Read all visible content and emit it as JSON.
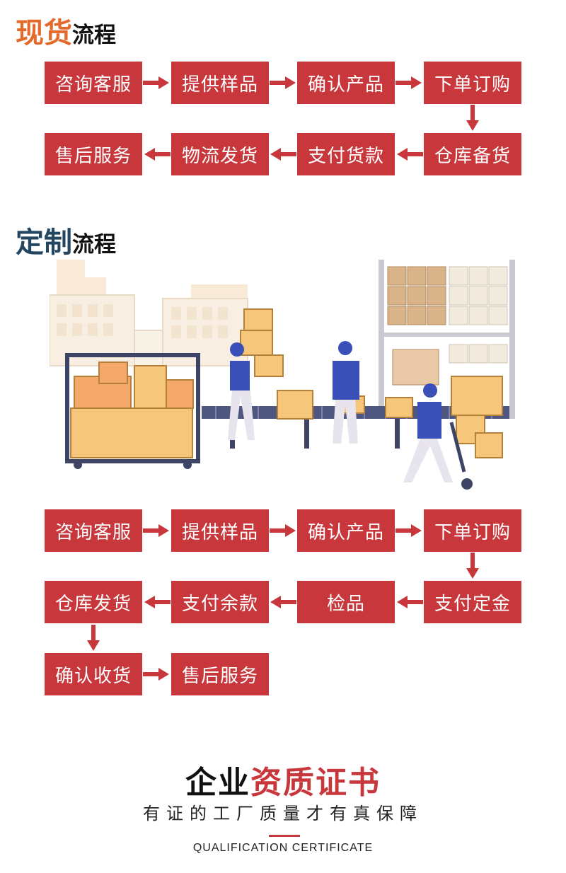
{
  "colors": {
    "accent_orange": "#e46a2c",
    "accent_navy": "#244660",
    "box_red": "#c8373b"
  },
  "spot_section": {
    "heading_accent": "现货",
    "heading_rest": "流程",
    "steps": [
      "咨询客服",
      "提供样品",
      "确认产品",
      "下单订购",
      "仓库备货",
      "支付货款",
      "物流发货",
      "售后服务"
    ]
  },
  "custom_section": {
    "heading_accent": "定制",
    "heading_rest": "流程",
    "steps": [
      "咨询客服",
      "提供样品",
      "确认产品",
      "下单订购",
      "支付定金",
      "检品",
      "支付余款",
      "仓库发货",
      "确认收货",
      "售后服务"
    ]
  },
  "certificate": {
    "title_dark": "企业",
    "title_red": "资质证书",
    "subtitle": "有证的工厂质量才有真保障",
    "english": "QUALIFICATION CERTIFICATE"
  }
}
